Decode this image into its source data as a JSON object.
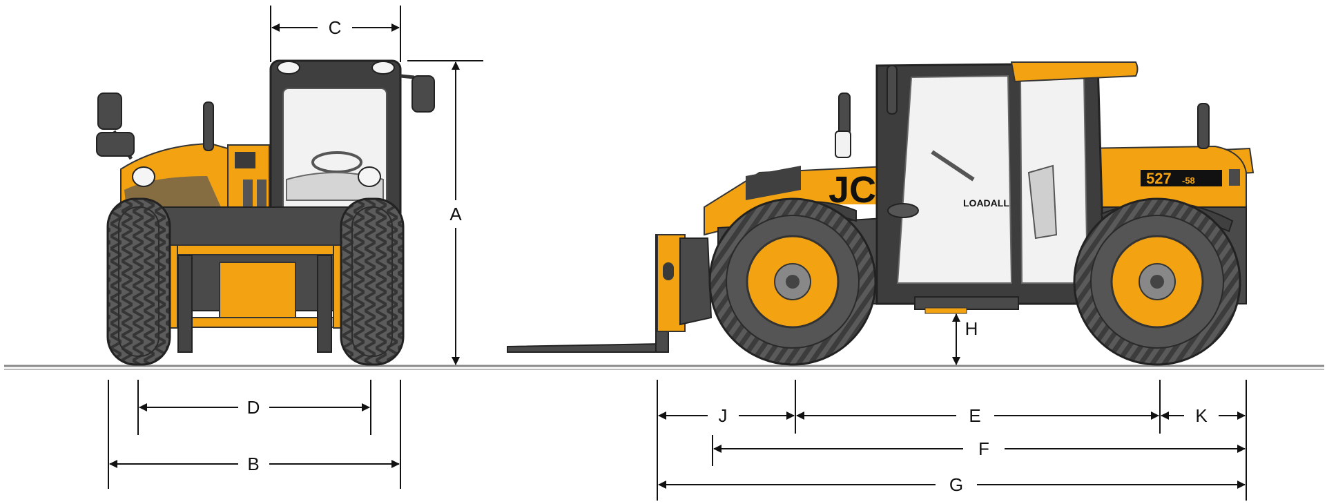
{
  "colors": {
    "body_yellow": "#F3A312",
    "body_yellow_dark": "#C98300",
    "tyre": "#565656",
    "tyre_dark": "#3a3a3a",
    "frame_dark": "#404040",
    "glass": "#F2F2F2",
    "ground": "#9A9A9A",
    "dim_line": "#111111"
  },
  "dimensions": {
    "A": "A",
    "B": "B",
    "C": "C",
    "D": "D",
    "E": "E",
    "F": "F",
    "G": "G",
    "H": "H",
    "J": "J",
    "K": "K"
  },
  "machine": {
    "brand": "JCB",
    "model": "527",
    "model_suffix": "-58",
    "series_name": "LOADALL"
  }
}
